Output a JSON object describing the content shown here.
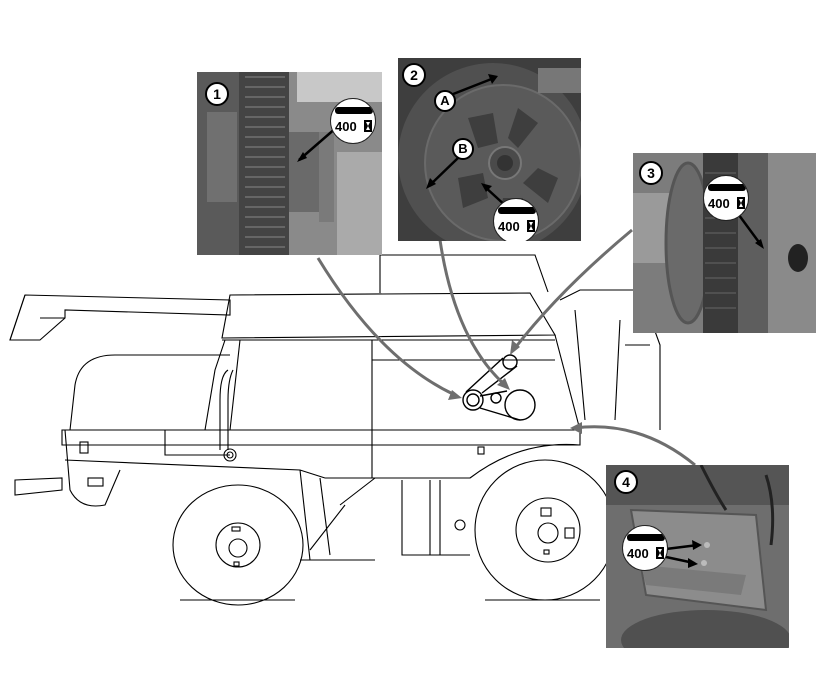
{
  "diagram": {
    "subject": "Combine harvester side view with lubrication point callouts",
    "callouts": [
      {
        "number": "1",
        "interval": "400",
        "interval_unit": "hour-glass-icon",
        "lubricant": "grease-gun-icon"
      },
      {
        "number": "2",
        "interval": "400",
        "interval_unit": "hour-glass-icon",
        "lubricant": "grease-gun-icon",
        "letters": [
          "A",
          "B"
        ]
      },
      {
        "number": "3",
        "interval": "400",
        "interval_unit": "hour-glass-icon",
        "lubricant": "grease-gun-icon"
      },
      {
        "number": "4",
        "interval": "400",
        "interval_unit": "hour-glass-icon",
        "lubricant": "grease-gun-icon"
      }
    ],
    "colors": {
      "line": "#000000",
      "leader_arrow": "#6e6e6e",
      "photo_dark": "#3c3c3c",
      "photo_mid": "#7a7a7a",
      "background": "#ffffff"
    }
  }
}
